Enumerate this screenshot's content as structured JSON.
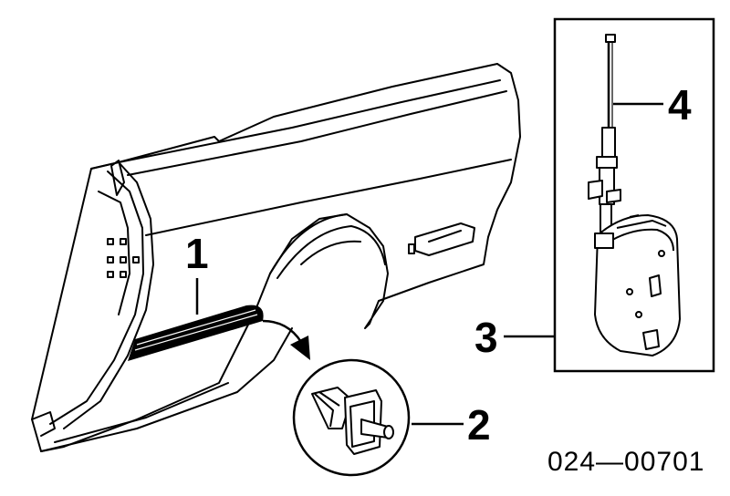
{
  "callouts": {
    "c1": "1",
    "c2": "2",
    "c3": "3",
    "c4": "4"
  },
  "diagram_code": "024—00701",
  "parts": [
    {
      "number": "1",
      "name": "body-side-molding"
    },
    {
      "number": "2",
      "name": "molding-clip"
    },
    {
      "number": "3",
      "name": "power-antenna-assembly"
    },
    {
      "number": "4",
      "name": "antenna-mast"
    }
  ]
}
